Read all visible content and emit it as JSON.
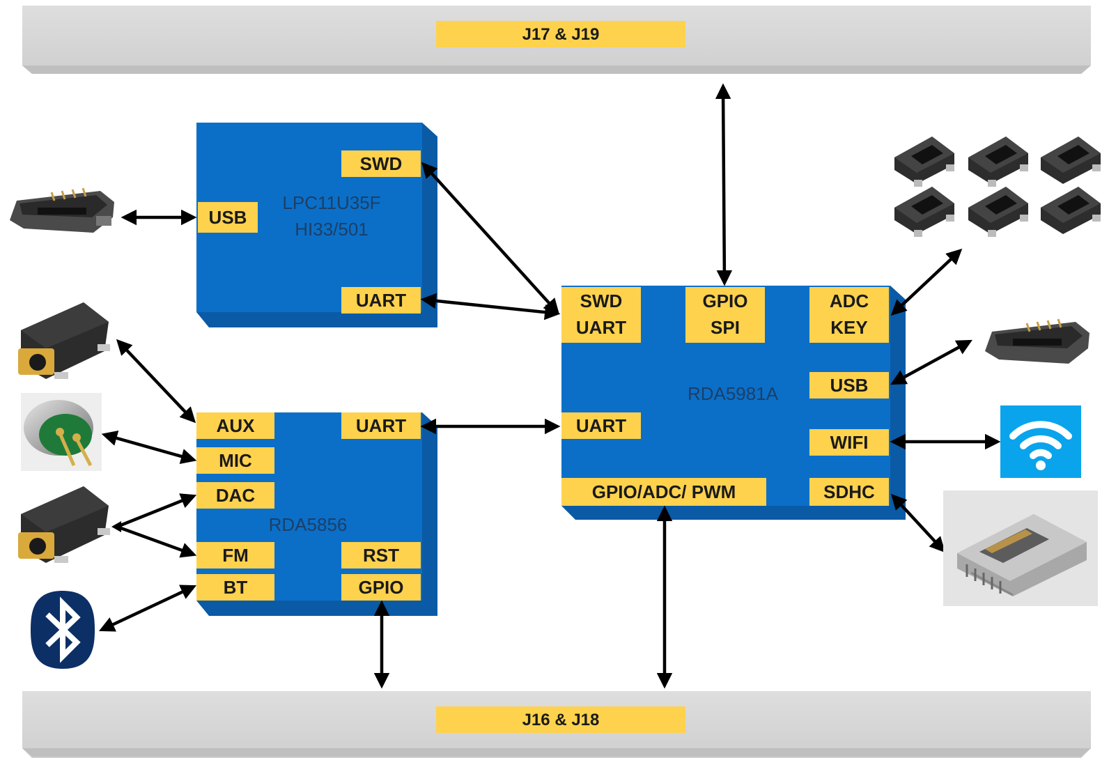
{
  "colors": {
    "chip_blue": "#0b6fc8",
    "chip_side": "#0a5aa6",
    "pin_yellow": "#ffd24d",
    "bus_gray": "#d8d8d8",
    "arrow": "#000000",
    "wifi_blue": "#0aa4ec",
    "bluetooth_navy": "#0c2f66"
  },
  "buses": {
    "top": {
      "label": "J17 & J19"
    },
    "bottom": {
      "label": "J16 & J18"
    }
  },
  "chips": {
    "lpc": {
      "name_line1": "LPC11U35F",
      "name_line2": "HI33/501",
      "pins": {
        "swd": "SWD",
        "usb": "USB",
        "uart": "UART"
      }
    },
    "rda5856": {
      "name": "RDA5856",
      "pins": {
        "aux": "AUX",
        "mic": "MIC",
        "dac": "DAC",
        "fm": "FM",
        "bt": "BT",
        "uart": "UART",
        "rst": "RST",
        "gpio": "GPIO"
      }
    },
    "rda5981": {
      "name": "RDA5981A",
      "pins": {
        "swd": "SWD",
        "uart_top": "UART",
        "gpio": "GPIO",
        "spi": "SPI",
        "adc": "ADC",
        "key": "KEY",
        "usb": "USB",
        "uart": "UART",
        "wifi": "WIFI",
        "gpio_adc_pwm": "GPIO/ADC/ PWM",
        "sdhc": "SDHC"
      }
    }
  },
  "peripherals": [
    "micro-usb-connector",
    "audio-jack",
    "microphone",
    "audio-jack",
    "bluetooth-icon",
    "tactile-buttons",
    "micro-usb-connector",
    "wifi-icon",
    "sd-card-slot"
  ]
}
